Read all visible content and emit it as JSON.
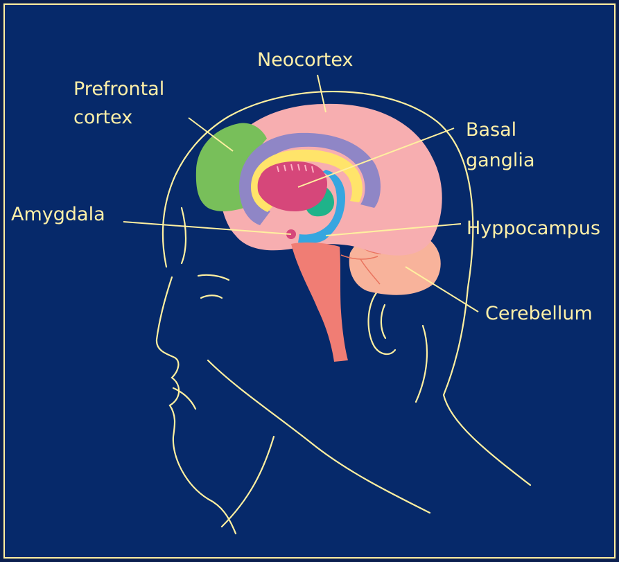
{
  "diagram": {
    "labels": {
      "neocortex": "Neocortex",
      "prefrontal_line1": "Prefrontal",
      "prefrontal_line2": "cortex",
      "basal_line1": "Basal",
      "basal_line2": "ganglia",
      "amygdala": "Amygdala",
      "hippocampus": "Hyppocampus",
      "cerebellum": "Cerebellum"
    },
    "colors": {
      "background": "#06296a",
      "outer": "#0b1f4f",
      "line": "#fff0a0",
      "neocortex": "#f7aeb0",
      "prefrontal": "#78bf5a",
      "basal_ganglia": "#d6477a",
      "thalamus_green": "#1fb38a",
      "purple_band": "#8f86c6",
      "yellow_band": "#ffe46a",
      "hippocampus": "#36a6e0",
      "brainstem": "#f07d74",
      "cerebellum": "#f8b39b"
    }
  }
}
